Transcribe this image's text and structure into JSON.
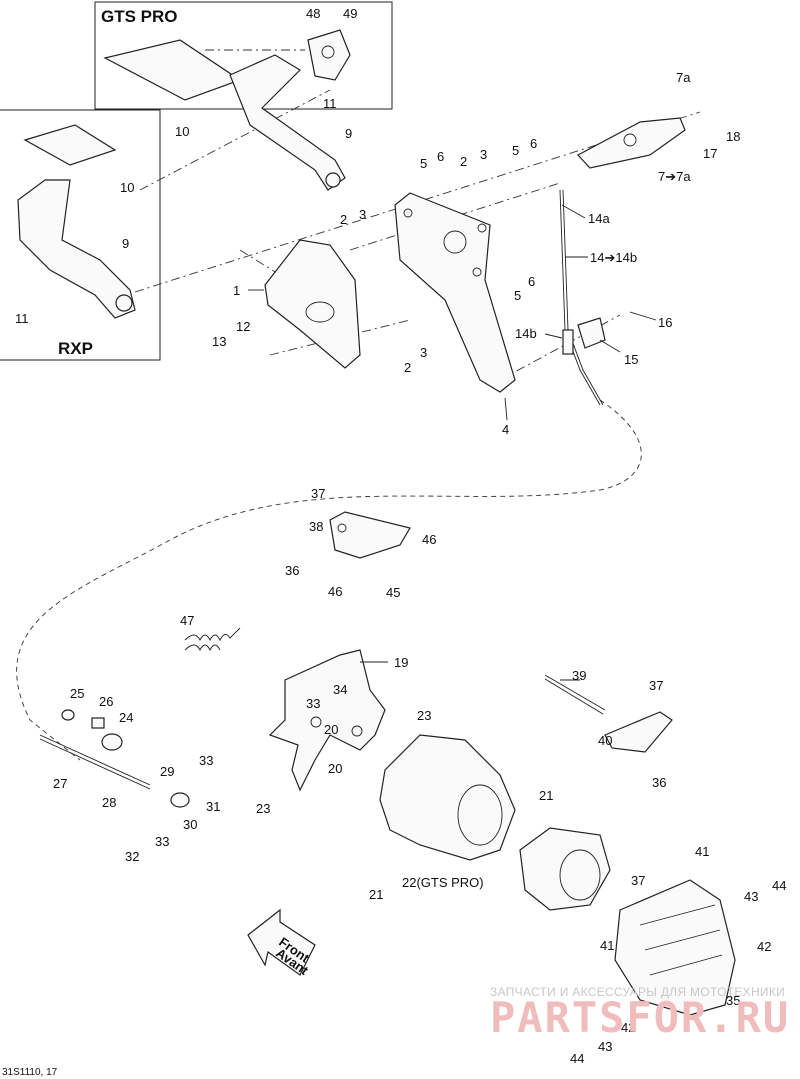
{
  "boxes": {
    "gts_pro": "GTS PRO",
    "rxp": "RXP"
  },
  "labels": {
    "l1": "1",
    "l2a": "2",
    "l2b": "2",
    "l2c": "2",
    "l3a": "3",
    "l3b": "3",
    "l3c": "3",
    "l4": "4",
    "l5a": "5",
    "l5b": "5",
    "l5c": "5",
    "l6a": "6",
    "l6b": "6",
    "l6c": "6",
    "l7": "7➔7a",
    "l7a": "7a",
    "l9a": "9",
    "l9b": "9",
    "l10a": "10",
    "l10b": "10",
    "l11a": "11",
    "l11b": "11",
    "l12": "12",
    "l13": "13",
    "l14": "14➔14b",
    "l14a": "14a",
    "l14b": "14b",
    "l15": "15",
    "l16": "16",
    "l17": "17",
    "l18": "18",
    "l19": "19",
    "l20a": "20",
    "l20b": "20",
    "l21a": "21",
    "l21b": "21",
    "l22": "22(GTS PRO)",
    "l23a": "23",
    "l23b": "23",
    "l24": "24",
    "l25": "25",
    "l26": "26",
    "l27": "27",
    "l28": "28",
    "l29": "29",
    "l30": "30",
    "l31": "31",
    "l32": "32",
    "l33a": "33",
    "l33b": "33",
    "l33c": "33",
    "l34": "34",
    "l35": "35",
    "l36a": "36",
    "l36b": "36",
    "l37a": "37",
    "l37b": "37",
    "l37c": "37",
    "l38": "38",
    "l39": "39",
    "l40": "40",
    "l41a": "41",
    "l41b": "41",
    "l42a": "42",
    "l42b": "42",
    "l43a": "43",
    "l43b": "43",
    "l44a": "44",
    "l44b": "44",
    "l45": "45",
    "l46a": "46",
    "l46b": "46",
    "l47": "47",
    "l48": "48",
    "l49": "49"
  },
  "front_arrow": {
    "line1": "Front",
    "line2": "Avant"
  },
  "watermark": {
    "line1": "ЗАПЧАСТИ И АКСЕССУАРЫ ДЛЯ МОТОТЕХНИКИ",
    "line2": "PARTSFOR.RU"
  },
  "drawing_code": "31S1110, 17"
}
